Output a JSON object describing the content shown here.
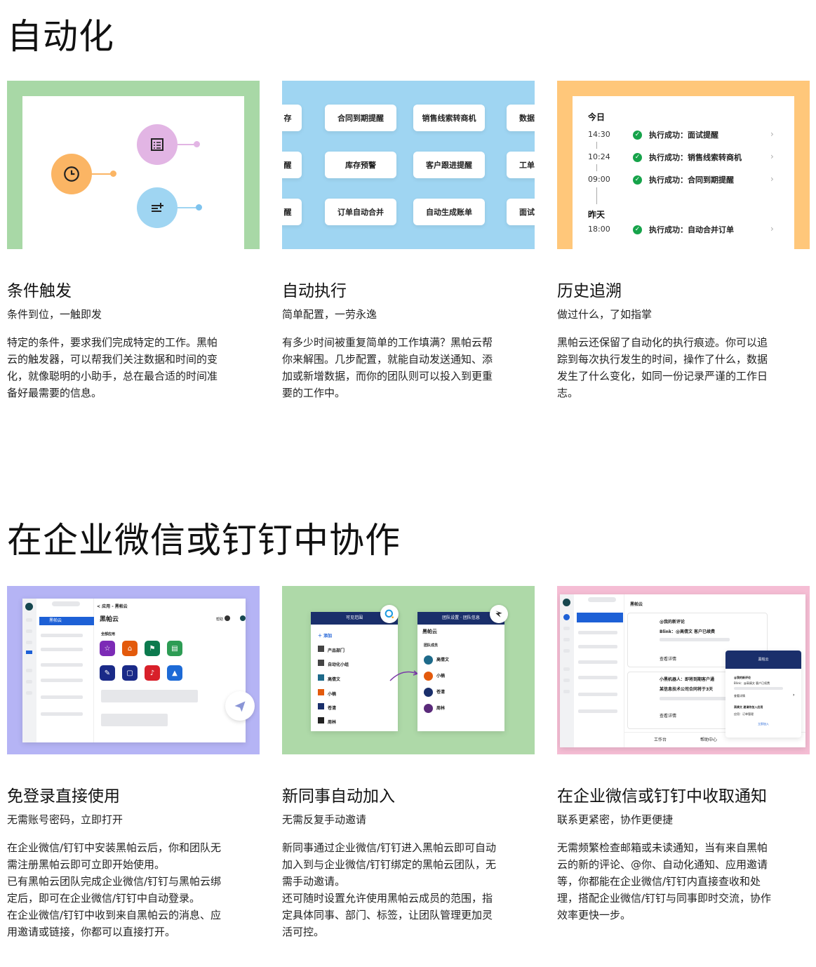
{
  "sections": {
    "automation_title": "自动化",
    "collab_title": "在企业微信或钉钉中协作"
  },
  "automation_cards": [
    {
      "title": "条件触发",
      "subtitle": "条件到位，一触即发",
      "desc": [
        "特定的条件，要求我们完成特定的工作。黑帕云的触发器，可以帮我们关注数据和时间的变化，就像聪明的小助手，总在最合适的时间准备好最需要的信息。"
      ]
    },
    {
      "title": "自动执行",
      "subtitle": "简单配置，一劳永逸",
      "desc": [
        "有多少时间被重复简单的工作填满？黑帕云帮你来解围。几步配置，就能自动发送通知、添加或新增数据，而你的团队则可以投入到更重要的工作中。"
      ]
    },
    {
      "title": "历史追溯",
      "subtitle": "做过什么，了如指掌",
      "desc": [
        "黑帕云还保留了自动化的执行痕迹。你可以追踪到每次执行发生的时间，操作了什么，数据发生了什么变化，如同一份记录严谨的工作日志。"
      ]
    }
  ],
  "collab_cards": [
    {
      "title": "免登录直接使用",
      "subtitle": "无需账号密码，立即打开",
      "desc": [
        "在企业微信/钉钉中安装黑帕云后，你和团队无需注册黑帕云即可立即开始使用。",
        "已有黑帕云团队完成企业微信/钉钉与黑帕云绑定后，即可在企业微信/钉钉中自动登录。",
        "在企业微信/钉钉中收到来自黑帕云的消息、应用邀请或链接，你都可以直接打开。"
      ]
    },
    {
      "title": "新同事自动加入",
      "subtitle": "无需反复手动邀请",
      "desc": [
        "新同事通过企业微信/钉钉进入黑帕云即可自动加入到与企业微信/钉钉绑定的黑帕云团队，无需手动邀请。",
        "还可随时设置允许使用黑帕云成员的范围，指定具体同事、部门、标签，让团队管理更加灵活可控。"
      ]
    },
    {
      "title": "在企业微信或钉钉中收取通知",
      "subtitle": "联系更紧密，协作更便捷",
      "desc": [
        "无需频繁检查邮箱或未读通知，当有来自黑帕云的新的评论、@你、自动化通知、应用邀请等，你都能在企业微信/钉钉内直接查收和处理，搭配企业微信/钉钉与同事即时交流，协作效率更快一步。"
      ]
    }
  ],
  "pills": {
    "row1": [
      "存",
      "合同到期提醒",
      "销售线索转商机",
      "数据"
    ],
    "row2": [
      "醒",
      "库存预警",
      "客户跟进提醒",
      "工单"
    ],
    "row3": [
      "醒",
      "订单自动合并",
      "自动生成账单",
      "面试"
    ]
  },
  "history": {
    "today": "今日",
    "yesterday": "昨天",
    "items": [
      {
        "time": "14:30",
        "text": "执行成功：面试提醒"
      },
      {
        "time": "10:24",
        "text": "执行成功：销售线索转商机"
      },
      {
        "time": "09:00",
        "text": "执行成功：合同到期提醒"
      },
      {
        "time": "18:00",
        "text": "执行成功：自动合并订单"
      }
    ]
  },
  "mock4": {
    "breadcrumb": "< 应用 - 黑帕云",
    "brand": "黑帕云",
    "all_apps": "全部应用",
    "sidebar_item": "黑帕云",
    "help": "帮助"
  },
  "mock5": {
    "left_header": "可见范围",
    "add": "添加",
    "items": [
      "产品部门",
      "自动化小组",
      "高倩文",
      "小楠",
      "苍清",
      "周林"
    ],
    "right_header": "团队设置 · 团队信息",
    "brand": "黑帕云",
    "members_label": "团队成员",
    "members": [
      "高倩文",
      "小楠",
      "苍清",
      "周林"
    ]
  },
  "mock6": {
    "brand": "黑帕云",
    "comment_title": "@我的新评论",
    "comment_body": "Blink：@高倩文 客户已续费",
    "view_detail": "查看详情",
    "bot_title": "小黑机器人：即将到期客户通",
    "bot_body": "某信息技术公司合同将于3天",
    "view_detail2": "查看详情",
    "tab_work": "工作台",
    "tab_help": "帮助中心",
    "popup_header": "黑帕云",
    "popup_title": "@我的新评论",
    "popup_body": "Blink：@高倩文 客户已续费",
    "popup_view": "查看详情",
    "popup_invite": "高倩文 邀请你加入应用",
    "popup_app": "应用：订单管理",
    "popup_join": "立即加入"
  }
}
